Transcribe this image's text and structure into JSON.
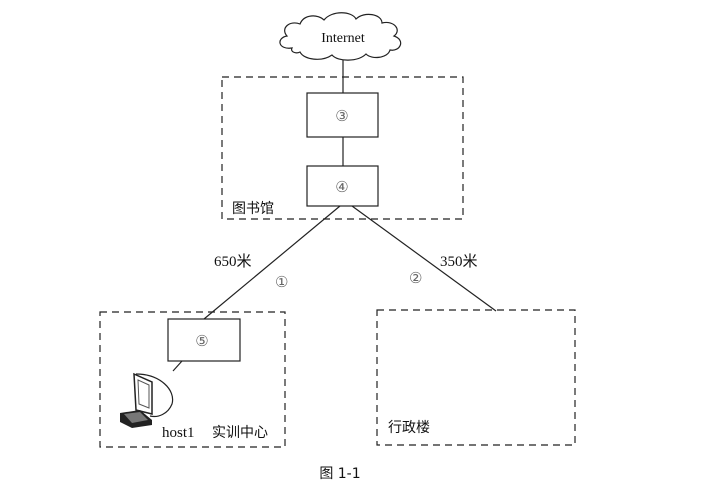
{
  "cloud_label": "Internet",
  "library": {
    "label": "图书馆",
    "device_top": "③",
    "device_bottom": "④"
  },
  "links": [
    {
      "id": "①",
      "distance": "650米"
    },
    {
      "id": "②",
      "distance": "350米"
    }
  ],
  "training_center": {
    "label": "实训中心",
    "device": "⑤",
    "host": "host1"
  },
  "admin_building": {
    "label": "行政楼"
  },
  "caption": "图 1-1"
}
